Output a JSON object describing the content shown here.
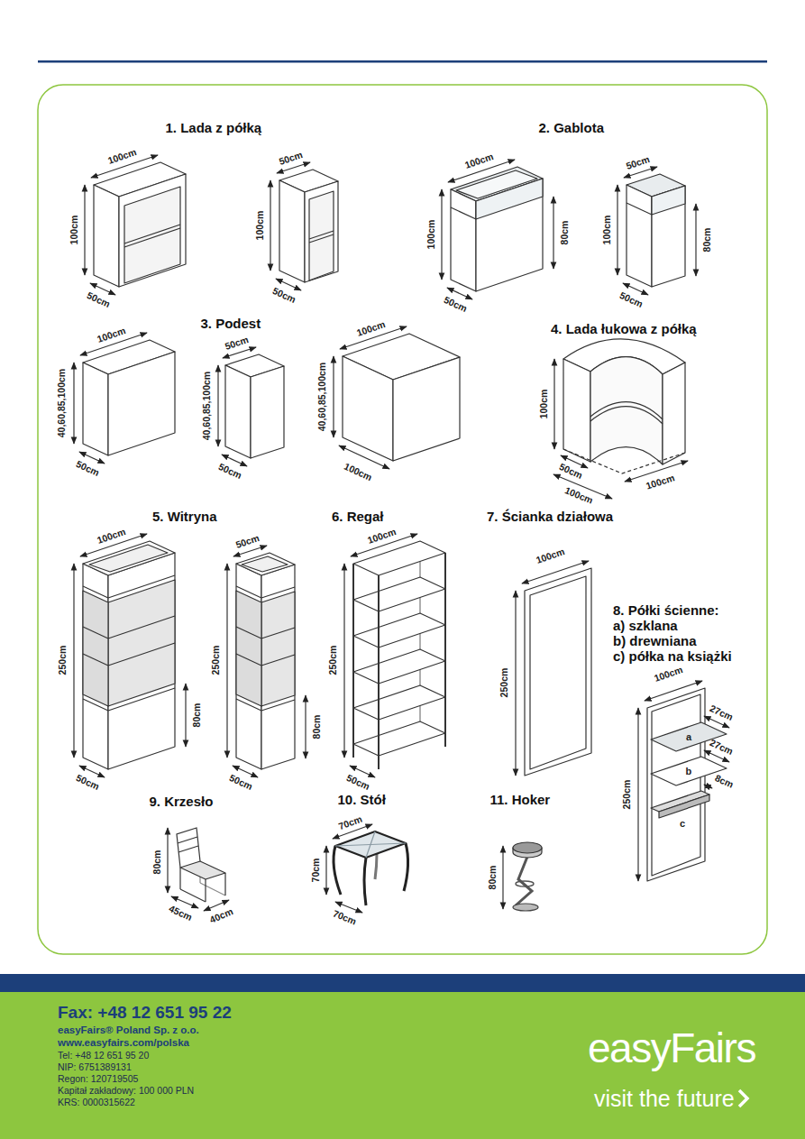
{
  "diagram": {
    "nodes": [
      {
        "text": [
          "Fax: +48 12 651 95 22",
          "easyFairs® Poland Sp. z o.o.",
          "www.easyfairs.com/polska",
          "Tel: +48 12 651 95 20",
          "NIP: 6751389131",
          "Regon: 120719505",
          "Kapitał zakładowy: 100 000 PLN",
          "KRS: 0000315622",
          "easyFairs",
          "visit the future"
        ]
      }
    ],
    "labels": [
      "1. Lada z półką",
      "100cm",
      "100cm",
      "50cm",
      "50cm",
      "100cm",
      "50cm",
      "2. Gablota",
      "100cm",
      "100cm",
      "80cm",
      "50cm",
      "50cm",
      "100cm",
      "80cm",
      "50cm",
      "3. Podest",
      "100cm",
      "40,60,85,100cm",
      "50cm",
      "50cm",
      "40,60,85,100cm",
      "50cm",
      "100cm",
      "40,60,85,100cm",
      "100cm",
      "4. Lada łukowa z półką",
      "100cm",
      "50cm",
      "100cm",
      "100cm",
      "5. Witryna",
      "100cm",
      "250cm",
      "80cm",
      "50cm",
      "50cm",
      "250cm",
      "80cm",
      "50cm",
      "6. Regał",
      "100cm",
      "250cm",
      "50cm",
      "7. Ścianka działowa",
      "100cm",
      "250cm",
      "8. Półki ścienne:",
      "a) szklana",
      "b) drewniana",
      "c) półka na książki",
      "100cm",
      "27cm",
      "a",
      "27cm",
      "b",
      "8cm",
      "c",
      "250cm",
      "9. Krzesło",
      "80cm",
      "45cm",
      "40cm",
      "10. Stół",
      "70cm",
      "70cm",
      "70cm",
      "11. Hoker",
      "80cm"
    ]
  }
}
